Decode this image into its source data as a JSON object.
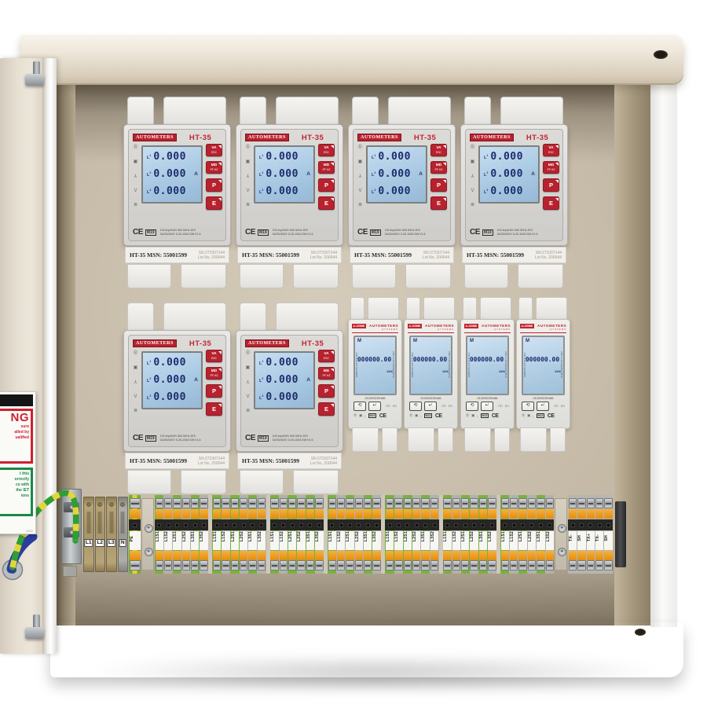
{
  "ht35": {
    "brand": "AUTOMETERS",
    "model": "HT-35",
    "symbols": {
      "b": "Ⓑ",
      "sq": "▣",
      "wye": "⅄",
      "v": "V",
      "bars": "≣"
    },
    "lcd_rows": [
      {
        "ph": "L",
        "sup": "1",
        "val": "0.000"
      },
      {
        "ph": "L",
        "sup": "2",
        "val": "0.000"
      },
      {
        "ph": "L",
        "sup": "3",
        "val": "0.000"
      }
    ],
    "lcd_unit": "A",
    "btns": [
      {
        "l1": "VA",
        "l2": "ESC"
      },
      {
        "l1": "MD",
        "l2": "PF HZ"
      },
      {
        "l1": "P",
        "l2": ""
      },
      {
        "l1": "E",
        "l2": ""
      }
    ],
    "ce": "CE",
    "approval": "M19",
    "spec1": "100 imp/kWh  3K6  50Hz  2E9",
    "spec2": "3x230/400V  5-25-100A  SW:V1.6",
    "msn": "HT-35 MSN: 55001599",
    "sn": "SN:272307144",
    "lot": "Lot No. 200044"
  },
  "a100": {
    "model": "A-100MB",
    "brand": "AUTOMETERS",
    "brand_sub": "SYSTEMS",
    "mode": "M",
    "digits": "000000.00",
    "unit": "kWh",
    "side_left": "EN50470-1/3 Cl B 3K6",
    "side_right": "230V 0.25-5(100)A 50Hz",
    "cert": "0120/SGS0186",
    "icons": {
      "scroll": "⟲",
      "enter": "↵",
      "pulse1": "⊓⊓",
      "pulse2": "⊓⊓",
      "b": "Ⓑ",
      "sq": "▣",
      "dn": "↓"
    },
    "approval": "M13",
    "ce": "CE"
  },
  "warning": {
    "title_fragment": "NG",
    "red_lines": [
      "sure",
      "alled by",
      "ualified"
    ],
    "green_lines": [
      "t this",
      "orrectly",
      "ce with",
      "the IET",
      "ions"
    ],
    "code": "2002"
  },
  "rail": {
    "incomers": [
      {
        "label": "L1",
        "cls": "tan"
      },
      {
        "label": "L2",
        "cls": "tan"
      },
      {
        "label": "L3",
        "cls": "tan"
      },
      {
        "label": "N",
        "cls": "ngray"
      }
    ],
    "earth_label": "PE",
    "blocks": [
      {
        "label": "L1S1",
        "cls": "green"
      },
      {
        "label": "L1S2",
        "cls": "gray"
      },
      {
        "label": "L2S1",
        "cls": "green"
      },
      {
        "label": "L2S2",
        "cls": "gray"
      },
      {
        "label": "L3S1",
        "cls": "green"
      },
      {
        "label": "L3S2",
        "cls": "gray"
      },
      {
        "cls": "gap"
      },
      {
        "label": "L1S1",
        "cls": "green"
      },
      {
        "label": "L1S2",
        "cls": "gray"
      },
      {
        "label": "L2S1",
        "cls": "green"
      },
      {
        "label": "L2S2",
        "cls": "gray"
      },
      {
        "label": "L3S1",
        "cls": "green"
      },
      {
        "label": "L3S2",
        "cls": "gray"
      },
      {
        "cls": "gap"
      },
      {
        "label": "L1S1",
        "cls": "green"
      },
      {
        "label": "L1S2",
        "cls": "gray"
      },
      {
        "label": "L2S1",
        "cls": "green"
      },
      {
        "label": "L2S2",
        "cls": "gray"
      },
      {
        "label": "L3S1",
        "cls": "green"
      },
      {
        "label": "L3S2",
        "cls": "gray"
      },
      {
        "cls": "gap"
      },
      {
        "label": "L1S1",
        "cls": "green"
      },
      {
        "label": "L1S2",
        "cls": "gray"
      },
      {
        "label": "L2S1",
        "cls": "green"
      },
      {
        "label": "L2S2",
        "cls": "gray"
      },
      {
        "label": "L3S1",
        "cls": "green"
      },
      {
        "label": "L3S2",
        "cls": "gray"
      },
      {
        "cls": "gap"
      },
      {
        "label": "L1S1",
        "cls": "green"
      },
      {
        "label": "L1S2",
        "cls": "gray"
      },
      {
        "label": "L2S1",
        "cls": "green"
      },
      {
        "label": "L2S2",
        "cls": "gray"
      },
      {
        "label": "L3S1",
        "cls": "green"
      },
      {
        "label": "L3S2",
        "cls": "gray"
      },
      {
        "cls": "gap"
      },
      {
        "label": "L1S1",
        "cls": "green"
      },
      {
        "label": "L1S2",
        "cls": "gray"
      },
      {
        "label": "L2S1",
        "cls": "green"
      },
      {
        "label": "L2S2",
        "cls": "gray"
      },
      {
        "label": "L3S1",
        "cls": "green"
      },
      {
        "label": "L3S2",
        "cls": "gray"
      },
      {
        "cls": "gap"
      },
      {
        "label": "L1S1",
        "cls": "green"
      },
      {
        "label": "L1S2",
        "cls": "gray"
      },
      {
        "label": "L2S1",
        "cls": "green"
      },
      {
        "label": "L2S2",
        "cls": "gray"
      },
      {
        "label": "L3S1",
        "cls": "green"
      },
      {
        "label": "L3S2",
        "cls": "gray"
      }
    ],
    "comm": [
      {
        "label": "TX-",
        "cls": "grayb"
      },
      {
        "label": "SH",
        "cls": "grayb"
      },
      {
        "label": "TX+",
        "cls": "grayb"
      },
      {
        "label": "TX-",
        "cls": "grayb"
      },
      {
        "label": "SH",
        "cls": "grayb"
      }
    ]
  },
  "colors": {
    "accent_red": "#b7222e",
    "lcd_blue": "#aecde5",
    "terminal_green": "#79b23f",
    "terminal_orange": "#f0a030",
    "earth_green": "#2f9e35",
    "earth_yellow": "#e5d53d",
    "cabinet_cream": "#e7dfd1"
  }
}
